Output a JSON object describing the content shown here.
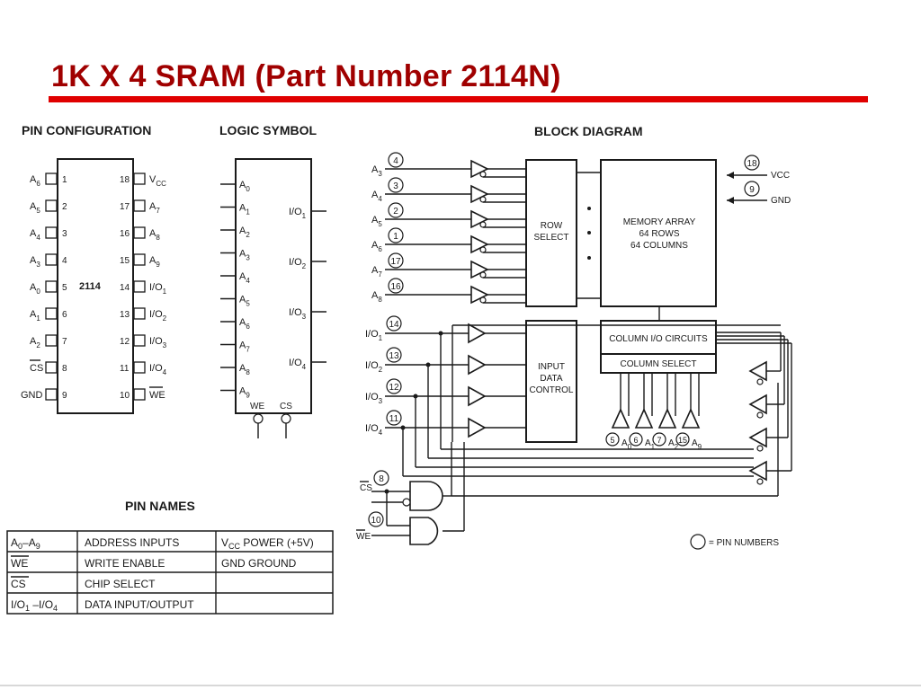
{
  "title": "1K X 4 SRAM  (Part Number 2114N)",
  "pin_configuration": {
    "heading": "PIN CONFIGURATION",
    "chip_label": "2114",
    "left_pins": [
      {
        "name": "A6",
        "num": "1"
      },
      {
        "name": "A5",
        "num": "2"
      },
      {
        "name": "A4",
        "num": "3"
      },
      {
        "name": "A3",
        "num": "4"
      },
      {
        "name": "A0",
        "num": "5"
      },
      {
        "name": "A1",
        "num": "6"
      },
      {
        "name": "A2",
        "num": "7"
      },
      {
        "name": "CS",
        "num": "8"
      },
      {
        "name": "GND",
        "num": "9"
      }
    ],
    "right_pins": [
      {
        "name": "VCC",
        "num": "18"
      },
      {
        "name": "A7",
        "num": "17"
      },
      {
        "name": "A8",
        "num": "16"
      },
      {
        "name": "A9",
        "num": "15"
      },
      {
        "name": "I/O1",
        "num": "14"
      },
      {
        "name": "I/O2",
        "num": "13"
      },
      {
        "name": "I/O3",
        "num": "12"
      },
      {
        "name": "I/O4",
        "num": "11"
      },
      {
        "name": "WE",
        "num": "10"
      }
    ]
  },
  "logic_symbol": {
    "heading": "LOGIC SYMBOL",
    "inputs": [
      "A0",
      "A1",
      "A2",
      "A3",
      "A4",
      "A5",
      "A6",
      "A7",
      "A8",
      "A9"
    ],
    "outputs": [
      "I/O1",
      "I/O2",
      "I/O3",
      "I/O4"
    ],
    "bottom": [
      "WE",
      "CS"
    ]
  },
  "block_diagram": {
    "heading": "BLOCK DIAGRAM",
    "address_inputs": [
      {
        "name": "A3",
        "pin": "4"
      },
      {
        "name": "A4",
        "pin": "3"
      },
      {
        "name": "A5",
        "pin": "2"
      },
      {
        "name": "A6",
        "pin": "1"
      },
      {
        "name": "A7",
        "pin": "17"
      },
      {
        "name": "A8",
        "pin": "16"
      }
    ],
    "io_inputs": [
      {
        "name": "I/O1",
        "pin": "14"
      },
      {
        "name": "I/O2",
        "pin": "13"
      },
      {
        "name": "I/O3",
        "pin": "12"
      },
      {
        "name": "I/O4",
        "pin": "11"
      }
    ],
    "row_select": [
      "ROW",
      "SELECT"
    ],
    "memory_array": [
      "MEMORY ARRAY",
      "64 ROWS",
      "64 COLUMNS"
    ],
    "input_data_control": [
      "INPUT",
      "DATA",
      "CONTROL"
    ],
    "column_io": "COLUMN I/O CIRCUITS",
    "column_select": "COLUMN SELECT",
    "column_addresses": [
      {
        "name": "A0",
        "pin": "5"
      },
      {
        "name": "A1",
        "pin": "6"
      },
      {
        "name": "A2",
        "pin": "7"
      },
      {
        "name": "A9",
        "pin": "15"
      }
    ],
    "power": [
      {
        "name": "VCC",
        "pin": "18"
      },
      {
        "name": "GND",
        "pin": "9"
      }
    ],
    "control": [
      {
        "name": "CS",
        "pin": "8"
      },
      {
        "name": "WE",
        "pin": "10"
      }
    ],
    "legend": "= PIN NUMBERS"
  },
  "pin_names": {
    "heading": "PIN NAMES",
    "rows": [
      {
        "sym": "A0–A9",
        "desc": "ADDRESS INPUTS",
        "sym2": "VCC",
        "desc2": "POWER (+5V)"
      },
      {
        "sym": "WE",
        "desc": "WRITE ENABLE",
        "sym2": "GND",
        "desc2": "GROUND"
      },
      {
        "sym": "CS",
        "desc": "CHIP SELECT",
        "sym2": "",
        "desc2": ""
      },
      {
        "sym": "I/O1–I/O4",
        "desc": "DATA INPUT/OUTPUT",
        "sym2": "",
        "desc2": ""
      }
    ]
  }
}
